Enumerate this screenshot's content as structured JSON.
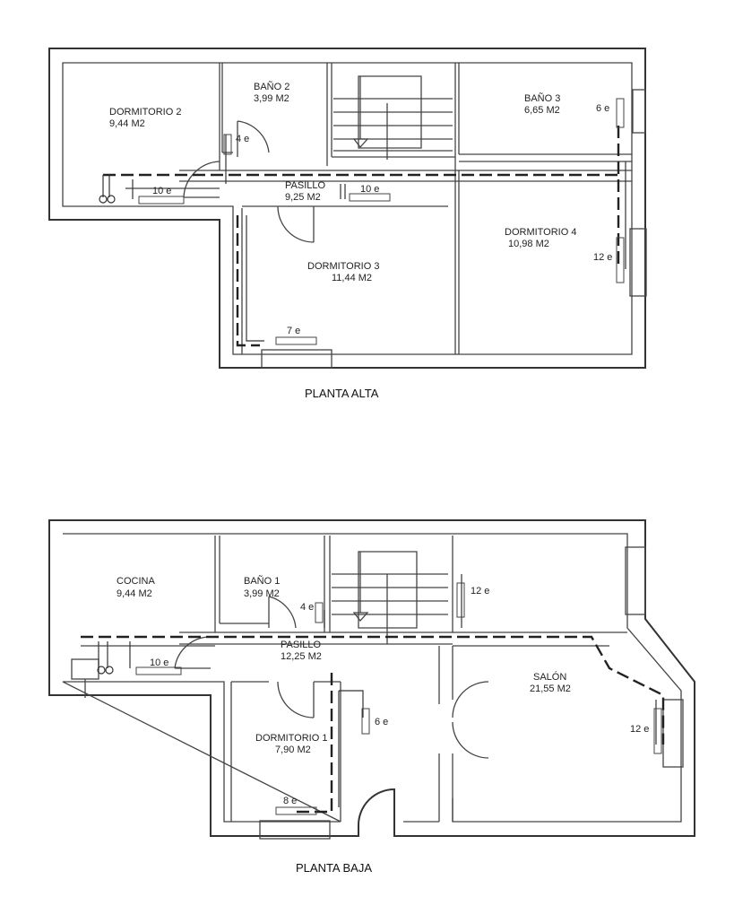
{
  "plans": {
    "upper": {
      "caption": "PLANTA ALTA",
      "rooms": [
        {
          "name": "DORMITORIO 2",
          "area": "9,44 M2"
        },
        {
          "name": "BAÑO 2",
          "area": "3,99 M2"
        },
        {
          "name": "BAÑO 3",
          "area": "6,65 M2"
        },
        {
          "name": "PASILLO",
          "area": "9,25 M2"
        },
        {
          "name": "DORMITORIO 4",
          "area": "10,98 M2"
        },
        {
          "name": "DORMITORIO 3",
          "area": "11,44 M2"
        }
      ],
      "radiators": [
        {
          "label": "10 e"
        },
        {
          "label": "4 e"
        },
        {
          "label": "10 e"
        },
        {
          "label": "6 e"
        },
        {
          "label": "12 e"
        },
        {
          "label": "7 e"
        }
      ]
    },
    "lower": {
      "caption": "PLANTA BAJA",
      "rooms": [
        {
          "name": "COCINA",
          "area": "9,44 M2"
        },
        {
          "name": "BAÑO 1",
          "area": "3,99 M2"
        },
        {
          "name": "PASILLO",
          "area": "12,25 M2"
        },
        {
          "name": "SALÓN",
          "area": "21,55 M2"
        },
        {
          "name": "DORMITORIO 1",
          "area": "7,90 M2"
        }
      ],
      "radiators": [
        {
          "label": "10 e"
        },
        {
          "label": "4 e"
        },
        {
          "label": "12 e"
        },
        {
          "label": "6 e"
        },
        {
          "label": "12 e"
        },
        {
          "label": "8 e"
        }
      ]
    }
  }
}
